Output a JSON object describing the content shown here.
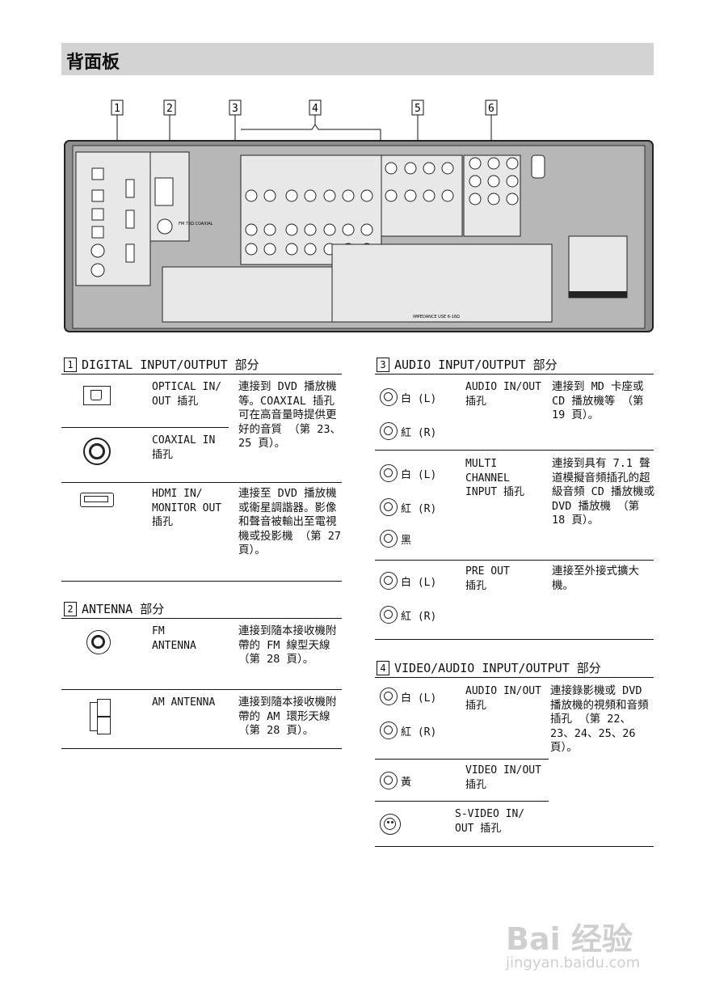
{
  "page": {
    "title": "背面板"
  },
  "callouts": [
    "1",
    "2",
    "3",
    "4",
    "5",
    "6"
  ],
  "sections": {
    "s1": {
      "num": "1",
      "heading": "DIGITAL  INPUT/OUTPUT 部分",
      "rows": [
        {
          "label": "OPTICAL IN/\nOUT 插孔",
          "desc": "連接到 DVD 播放機等。COAXIAL 插孔可在高音量時提供更好的音質 （第 23、25 頁）。"
        },
        {
          "label": "COAXIAL IN\n插孔"
        },
        {
          "label": "HDMI IN/\nMONITOR OUT\n插孔",
          "desc": "連接至 DVD 播放機或衛星調諧器。影像和聲音被輸出至電視機或投影機 （第 27 頁）。"
        }
      ]
    },
    "s2": {
      "num": "2",
      "heading": "ANTENNA 部分",
      "rows": [
        {
          "label": "FM\nANTENNA",
          "desc": "連接到隨本接收機附帶的 FM 線型天線 （第 28 頁）。"
        },
        {
          "label": "AM ANTENNA",
          "desc": "連接到隨本接收機附帶的 AM 環形天線 （第 28 頁）。"
        }
      ]
    },
    "s3": {
      "num": "3",
      "heading": "AUDIO  INPUT/OUTPUT 部分",
      "rows": [
        {
          "jacks": [
            "白 (L)",
            "紅 (R)"
          ],
          "label": "AUDIO IN/OUT\n插孔",
          "desc": "連接到 MD 卡座或 CD 播放機等 （第 19 頁）。"
        },
        {
          "jacks": [
            "白 (L)",
            "紅 (R)",
            "黑"
          ],
          "label": "MULTI\nCHANNEL\nINPUT 插孔",
          "desc": "連接到具有 7.1 聲道模擬音頻插孔的超級音頻 CD 播放機或 DVD 播放機 （第 18 頁）。"
        },
        {
          "jacks": [
            "白 (L)",
            "紅 (R)"
          ],
          "label": "PRE OUT\n插孔",
          "desc": "連接至外接式擴大機。"
        }
      ]
    },
    "s4": {
      "num": "4",
      "heading": "VIDEO/AUDIO  INPUT/OUTPUT 部分",
      "rows": [
        {
          "jacks": [
            "白 (L)",
            "紅 (R)"
          ],
          "label": "AUDIO IN/OUT\n插孔",
          "desc": "連接錄影機或 DVD 播放機的視頻和音頻插孔 （第 22、23、24、25、26 頁）。"
        },
        {
          "jacks": [
            "黃"
          ],
          "label": "VIDEO IN/OUT\n插孔"
        },
        {
          "label": "S-VIDEO IN/\nOUT 插孔"
        }
      ]
    }
  },
  "panel_text": {
    "fm": "FM\n75Ω\nCOAXIAL",
    "impedance": "IMPEDANCE USE 6-16Ω"
  },
  "watermark": {
    "brand": "Bai 经验",
    "url": "jingyan.baidu.com"
  }
}
